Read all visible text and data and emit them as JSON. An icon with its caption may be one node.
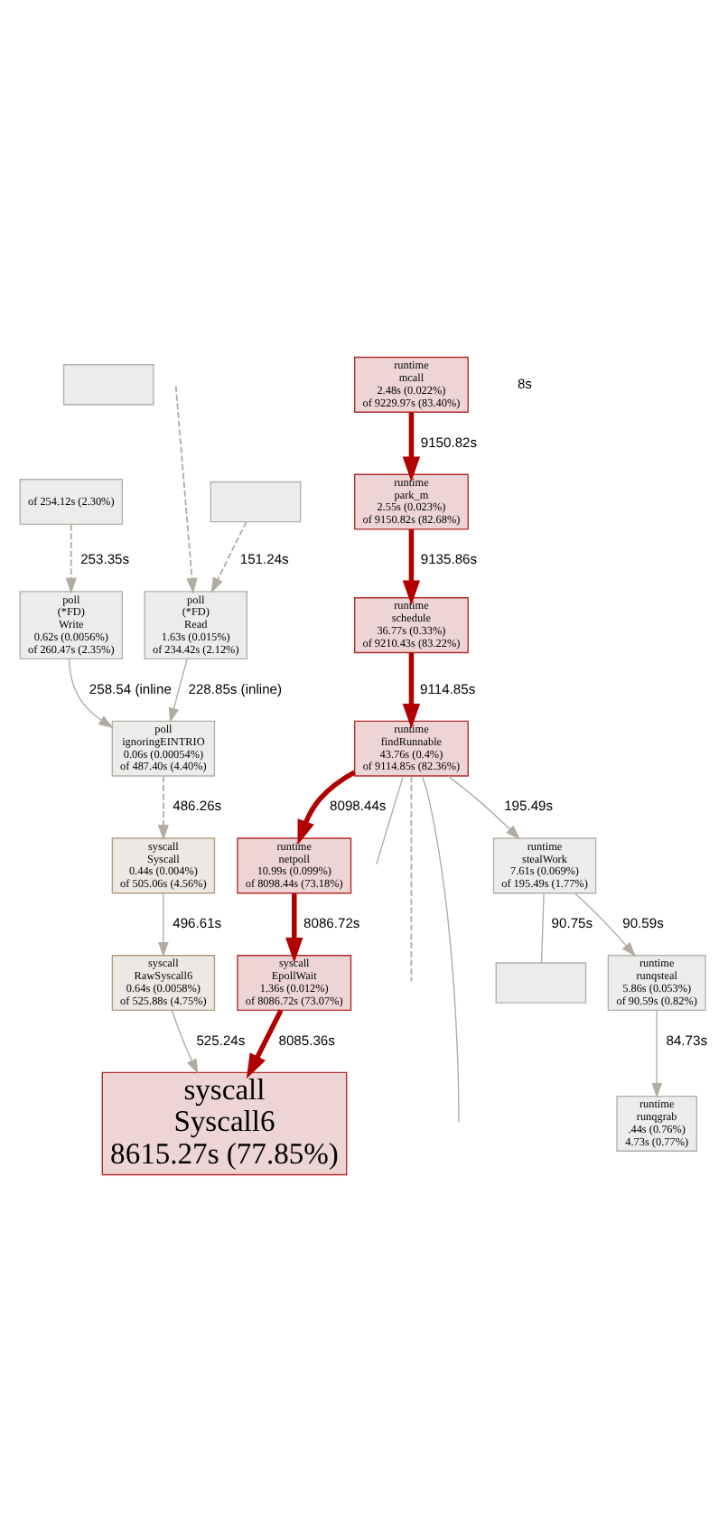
{
  "diagram": {
    "nodes": [
      {
        "text": [],
        "shape": "box"
      },
      {
        "text": [
          "of 254.12s (2.30%)"
        ]
      },
      {
        "text": [
          "runtime",
          "mcall",
          "2.48s (0.022%)",
          "of 9229.97s (83.40%)"
        ]
      },
      {
        "text": [
          "poll",
          "(*FD)",
          "Write",
          "0.62s (0.0056%)",
          "of 260.47s (2.35%)"
        ]
      },
      {
        "text": [],
        "shape": "box"
      },
      {
        "text": [
          "runtime",
          "park_m",
          "2.55s (0.023%)",
          "of 9150.82s (82.68%)"
        ]
      },
      {
        "text": [
          "runtime",
          "schedule",
          "36.77s (0.33%)",
          "of 9210.43s (83.22%)"
        ]
      },
      {
        "text": [
          "poll",
          "(*FD)",
          "Read",
          "1.63s (0.015%)",
          "of 234.42s (2.12%)"
        ]
      },
      {
        "text": [
          "runtime",
          "findRunnable",
          "43.76s (0.4%)",
          "of 9114.85s (82.36%)"
        ]
      },
      {
        "text": [
          "poll",
          "ignoringEINTRIO",
          "0.06s (0.00054%)",
          "of 487.40s (4.40%)"
        ]
      },
      {
        "text": [
          "runtime",
          "stealWork",
          "7.61s (0.069%)",
          "of 195.49s (1.77%)"
        ]
      },
      {
        "text": [
          "runtime",
          "netpoll",
          "10.99s (0.099%)",
          "of 8098.44s (73.18%)"
        ]
      },
      {
        "text": [
          "syscall",
          "Syscall",
          "0.44s (0.004%)",
          "of 505.06s (4.56%)"
        ]
      },
      {
        "text": [],
        "shape": "box"
      },
      {
        "text": [
          "runtime",
          "runqsteal",
          "5.86s (0.053%)",
          "of 90.59s (0.82%)"
        ]
      },
      {
        "text": [
          "syscall",
          "EpollWait",
          "1.36s (0.012%)",
          "of 8086.72s (73.07%)"
        ]
      },
      {
        "text": [
          "syscall",
          "RawSyscall6",
          "0.64s (0.0058%)",
          "of 525.88s (4.75%)"
        ]
      },
      {
        "text": [
          "runtime",
          "runqgrab",
          ".44s (0.76%)",
          "4.73s (0.77%)"
        ]
      },
      {
        "text": [
          "syscall",
          "Syscall6",
          "8615.27s (77.85%)"
        ]
      }
    ],
    "edges": [
      {
        "from": 2,
        "to": 5,
        "arrow": "to",
        "label": "9150.82s",
        "style": "thick",
        "color": "#b20000"
      },
      {
        "from": 1,
        "to": 3,
        "arrow": "to",
        "label": "253.35s",
        "style": "dashed"
      },
      {
        "from": null,
        "to": 7,
        "arrow": "to",
        "style": "dashed"
      },
      {
        "from": 4,
        "to": 7,
        "arrow": "to",
        "label": "151.24s",
        "style": "dashed"
      },
      {
        "from": 5,
        "to": 6,
        "arrow": "to",
        "label": "9135.86s",
        "style": "thick",
        "color": "#b20000"
      },
      {
        "from": 3,
        "to": 9,
        "arrow": "to",
        "label": "258.54 (inline"
      },
      {
        "from": 6,
        "to": 8,
        "arrow": "to",
        "label": "9114.85s",
        "style": "thick",
        "color": "#b20000"
      },
      {
        "from": 7,
        "to": 9,
        "arrow": "to",
        "label": "228.85s (inline)"
      },
      {
        "from": 8,
        "to": null,
        "arrow": "none"
      },
      {
        "from": 8,
        "to": null,
        "arrow": "none",
        "style": "dashed"
      },
      {
        "from": 8,
        "to": null,
        "arrow": "none"
      },
      {
        "from": 8,
        "to": 10,
        "arrow": "to",
        "label": "195.49s"
      },
      {
        "from": 8,
        "to": 11,
        "arrow": "to",
        "label": "8098.44s",
        "style": "thick",
        "color": "#b20000"
      },
      {
        "from": 9,
        "to": 12,
        "arrow": "to",
        "label": "486.26s",
        "style": "dashed"
      },
      {
        "from": 10,
        "to": 13,
        "arrow": "none",
        "label": "90.75s"
      },
      {
        "from": 10,
        "to": 14,
        "arrow": "to",
        "label": "90.59s"
      },
      {
        "from": 11,
        "to": 15,
        "arrow": "to",
        "label": "8086.72s",
        "style": "thick",
        "color": "#b20000"
      },
      {
        "from": 12,
        "to": 16,
        "arrow": "to",
        "label": "496.61s"
      },
      {
        "from": 14,
        "to": 17,
        "arrow": "to",
        "label": "84.73s"
      },
      {
        "from": 15,
        "to": 18,
        "arrow": "to",
        "label": "8085.36s",
        "style": "thick",
        "color": "#b20000"
      },
      {
        "from": 16,
        "to": 18,
        "arrow": "to",
        "label": "525.24s"
      }
    ],
    "labels": [
      "8s"
    ]
  }
}
